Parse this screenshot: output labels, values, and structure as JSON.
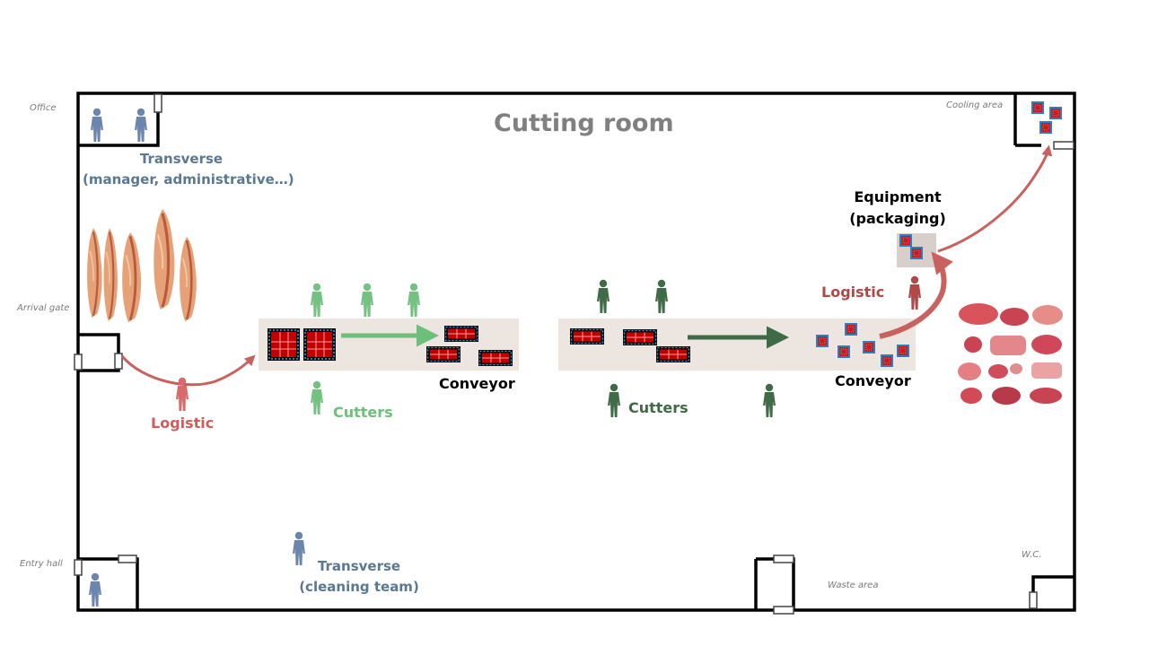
{
  "title": "Cutting room",
  "areas": {
    "office": "Office",
    "arrival_gate": "Arrival gate",
    "entry_hall": "Entry hall",
    "cooling_area": "Cooling area",
    "wc": "W.C.",
    "waste_area": "Waste area"
  },
  "labels": {
    "transverse_manager_line1": "Transverse",
    "transverse_manager_line2": "(manager, administrative…)",
    "transverse_cleaning_line1": "Transverse",
    "transverse_cleaning_line2": "(cleaning team)",
    "logistic_left": "Logistic",
    "logistic_right": "Logistic",
    "cutters_left": "Cutters",
    "cutters_right": "Cutters",
    "conveyor_left": "Conveyor",
    "conveyor_right": "Conveyor",
    "equipment_line1": "Equipment",
    "equipment_line2": "(packaging)"
  },
  "colors": {
    "transverse_blue": "#5b7892",
    "logistic_red": "#d25b5b",
    "logistic_dark_red": "#b04848",
    "cutters_light_green": "#6cc07a",
    "cutters_dark_green": "#3e6b45",
    "conveyor_belt": "#ede5df",
    "equipment_box": "#d8cfca",
    "meat_crate_red": "#c00000",
    "crate_border_blue": "#1f8fd6"
  },
  "icons": {
    "person": "person-icon",
    "crate": "meat-crate-icon",
    "carcass": "carcass-icon",
    "meat_cut": "meat-cut-icon"
  }
}
